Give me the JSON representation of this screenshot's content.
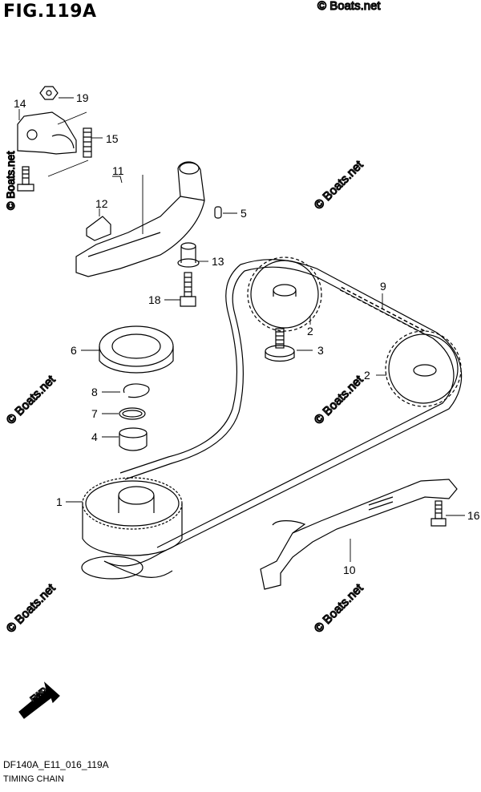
{
  "figure": {
    "title": "FIG.119A",
    "code": "DF140A_E11_016_119A",
    "subtitle": "TIMING CHAIN"
  },
  "watermark": "© Boats.net",
  "fwd_label": "FWD",
  "callouts": {
    "c1": "1",
    "c2a": "2",
    "c2b": "2",
    "c3": "3",
    "c4": "4",
    "c5": "5",
    "c6": "6",
    "c7": "7",
    "c8": "8",
    "c9": "9",
    "c10": "10",
    "c11": "11",
    "c12": "12",
    "c13": "13",
    "c14": "14",
    "c15": "15",
    "c16": "16",
    "c18": "18",
    "c19": "19"
  }
}
